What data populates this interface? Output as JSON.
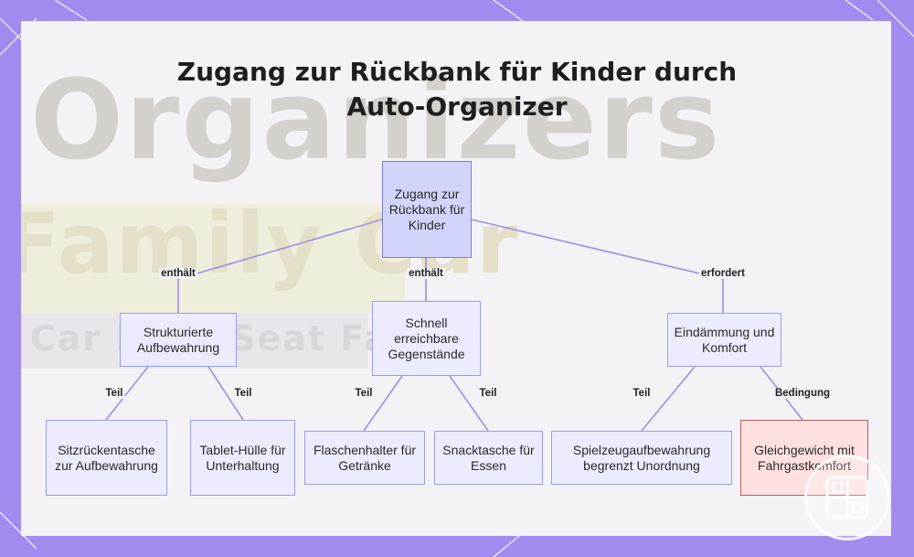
{
  "title": {
    "line1": "Zugang zur Rückbank für Kinder durch",
    "line2": "Auto-Organizer"
  },
  "background_text": {
    "line1": "Organizers",
    "line2": "Family Car",
    "line3": "Car Back Seat Family"
  },
  "nodes": {
    "root": "Zugang zur Rückbank für Kinder",
    "structured": "Strukturierte Aufbewahrung",
    "quick": "Schnell erreichbare Gegenstände",
    "contain": "Eindämmung und Komfort",
    "seatback": "Sitzrückentasche zur Aufbewahrung",
    "tablet": "Tablet-Hülle für Unterhaltung",
    "bottle": "Flaschenhalter für Getränke",
    "snack": "Snacktasche für Essen",
    "toy": "Spielzeugaufbewahrung begrenzt Unordnung",
    "balance": "Gleichgewicht mit Fahrgastkomfort"
  },
  "edge_labels": {
    "root_structured": "enthält",
    "root_quick": "enthält",
    "root_contain": "erfordert",
    "structured_seatback": "Teil",
    "structured_tablet": "Teil",
    "quick_bottle": "Teil",
    "quick_snack": "Teil",
    "contain_toy": "Teil",
    "contain_balance": "Bedingung"
  },
  "colors": {
    "frame": "#a18bef",
    "node_fill": "#ececff",
    "node_border": "#9c9ee2",
    "root_fill": "#d3d4fb",
    "highlight_fill": "#ffe1e1",
    "highlight_border": "#c8565b",
    "edge": "#a08fe0"
  },
  "icons": {
    "badge": "grid-logo-icon"
  }
}
